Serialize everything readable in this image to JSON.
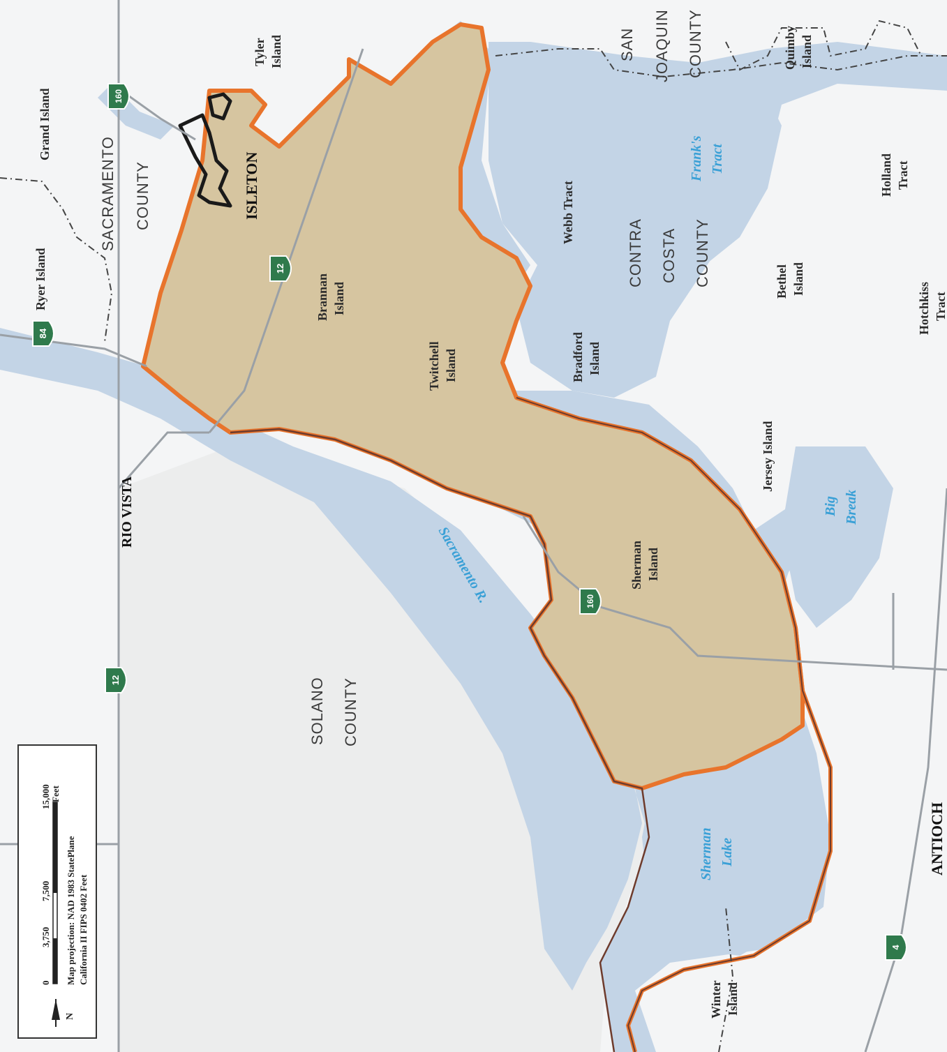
{
  "colors": {
    "land": "#f4f5f6",
    "water": "#c3d4e6",
    "area_fill": "#d6c5a0",
    "boundary": "#e8742c",
    "boundary_inner": "#6e3b2c",
    "road": "#9aa0a6",
    "shield": "#2f7a4c",
    "water_label": "#3aa0d6"
  },
  "labels": {
    "isleton": "ISLETON",
    "rio_vista": "RIO VISTA",
    "antioch": "ANTIOCH",
    "tyler_island": [
      "Tyler",
      "Island"
    ],
    "grand_island": "Grand Island",
    "ryer_island": "Ryer Island",
    "brannan_island": [
      "Brannan",
      "Island"
    ],
    "twitchell_island": [
      "Twitchell",
      "Island"
    ],
    "sherman_island": [
      "Sherman",
      "Island"
    ],
    "webb_tract": "Webb Tract",
    "bradford_island": [
      "Bradford",
      "Island"
    ],
    "bethel_island": [
      "Bethel",
      "Island"
    ],
    "holland_tract": [
      "Holland",
      "Tract"
    ],
    "hotchkiss_tract": [
      "Hotchkiss",
      "Tract"
    ],
    "jersey_island": "Jersey Island",
    "quimby_island": [
      "Quimby",
      "Island"
    ],
    "winter_island": [
      "Winter",
      "Island"
    ]
  },
  "counties": {
    "sacramento": [
      "SACRAMENTO",
      "COUNTY"
    ],
    "san_joaquin": [
      "SAN",
      "JOAQUIN",
      "COUNTY"
    ],
    "contra_costa": [
      "CONTRA",
      "COSTA",
      "COUNTY"
    ],
    "solano": [
      "SOLANO",
      "COUNTY"
    ]
  },
  "water_labels": {
    "sacramento_river": "Sacramento R.",
    "franks_tract": [
      "Frank's",
      "Tract"
    ],
    "big_break": [
      "Big",
      "Break"
    ],
    "sherman_lake": [
      "Sherman",
      "Lake"
    ]
  },
  "shields": [
    {
      "id": "160a",
      "text": "160"
    },
    {
      "id": "84",
      "text": "84"
    },
    {
      "id": "12a",
      "text": "12"
    },
    {
      "id": "12b",
      "text": "12"
    },
    {
      "id": "160b",
      "text": "160"
    },
    {
      "id": "4",
      "text": "4"
    }
  ],
  "legend": {
    "scale_ticks": [
      "0",
      "3,750",
      "7,500",
      "15,000"
    ],
    "scale_unit": "Feet",
    "projection_line1": "Map projection: NAD 1983 StatePlane",
    "projection_line2": "California II FIPS 0402 Feet",
    "north_label": "N"
  }
}
